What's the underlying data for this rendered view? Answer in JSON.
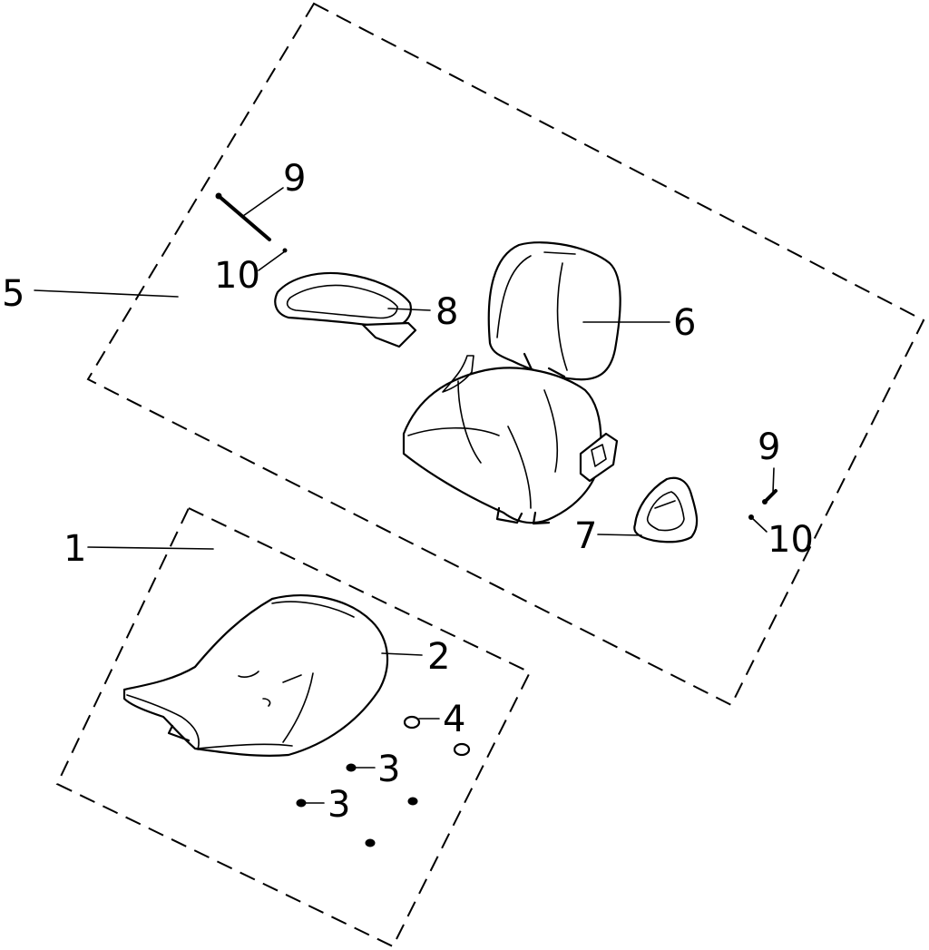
{
  "diagram": {
    "callouts": [
      {
        "id": "c1",
        "label": "1"
      },
      {
        "id": "c2",
        "label": "2"
      },
      {
        "id": "c3a",
        "label": "3"
      },
      {
        "id": "c3b",
        "label": "3"
      },
      {
        "id": "c4",
        "label": "4"
      },
      {
        "id": "c5",
        "label": "5"
      },
      {
        "id": "c6",
        "label": "6"
      },
      {
        "id": "c7",
        "label": "7"
      },
      {
        "id": "c8",
        "label": "8"
      },
      {
        "id": "c9a",
        "label": "9"
      },
      {
        "id": "c9b",
        "label": "9"
      },
      {
        "id": "c10a",
        "label": "10"
      },
      {
        "id": "c10b",
        "label": "10"
      }
    ]
  }
}
